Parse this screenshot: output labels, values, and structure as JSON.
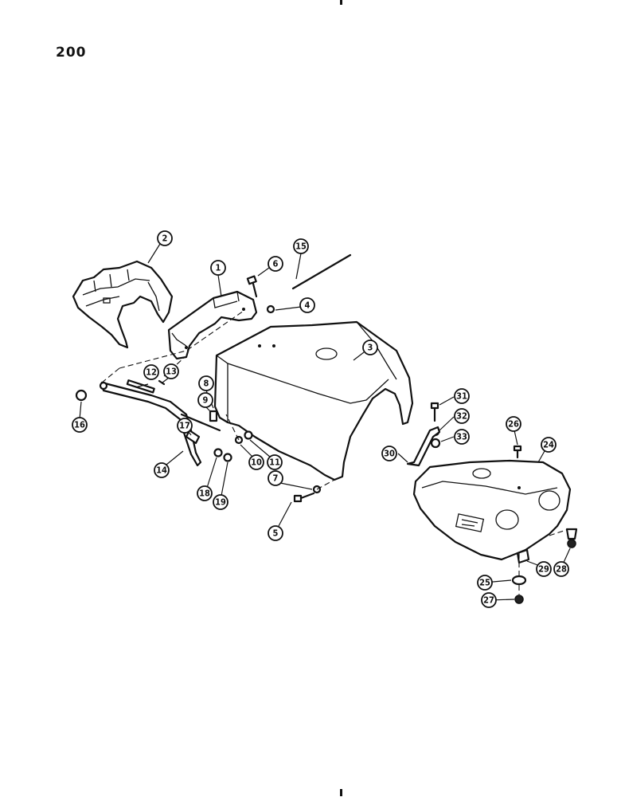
{
  "page": {
    "number": "200"
  },
  "callouts": [
    {
      "id": "1",
      "label": "1"
    },
    {
      "id": "2",
      "label": "2"
    },
    {
      "id": "3",
      "label": "3"
    },
    {
      "id": "4",
      "label": "4"
    },
    {
      "id": "5",
      "label": "5"
    },
    {
      "id": "6",
      "label": "6"
    },
    {
      "id": "7",
      "label": "7"
    },
    {
      "id": "8",
      "label": "8"
    },
    {
      "id": "9",
      "label": "9"
    },
    {
      "id": "10",
      "label": "10"
    },
    {
      "id": "11",
      "label": "11"
    },
    {
      "id": "12",
      "label": "12"
    },
    {
      "id": "13",
      "label": "13"
    },
    {
      "id": "14",
      "label": "14"
    },
    {
      "id": "15",
      "label": "15"
    },
    {
      "id": "16",
      "label": "16"
    },
    {
      "id": "17",
      "label": "17"
    },
    {
      "id": "18",
      "label": "18"
    },
    {
      "id": "19",
      "label": "19"
    },
    {
      "id": "24",
      "label": "24"
    },
    {
      "id": "25",
      "label": "25"
    },
    {
      "id": "26",
      "label": "26"
    },
    {
      "id": "27",
      "label": "27"
    },
    {
      "id": "28",
      "label": "28"
    },
    {
      "id": "29",
      "label": "29"
    },
    {
      "id": "30",
      "label": "30"
    },
    {
      "id": "31",
      "label": "31"
    },
    {
      "id": "32",
      "label": "32"
    },
    {
      "id": "33",
      "label": "33"
    }
  ]
}
